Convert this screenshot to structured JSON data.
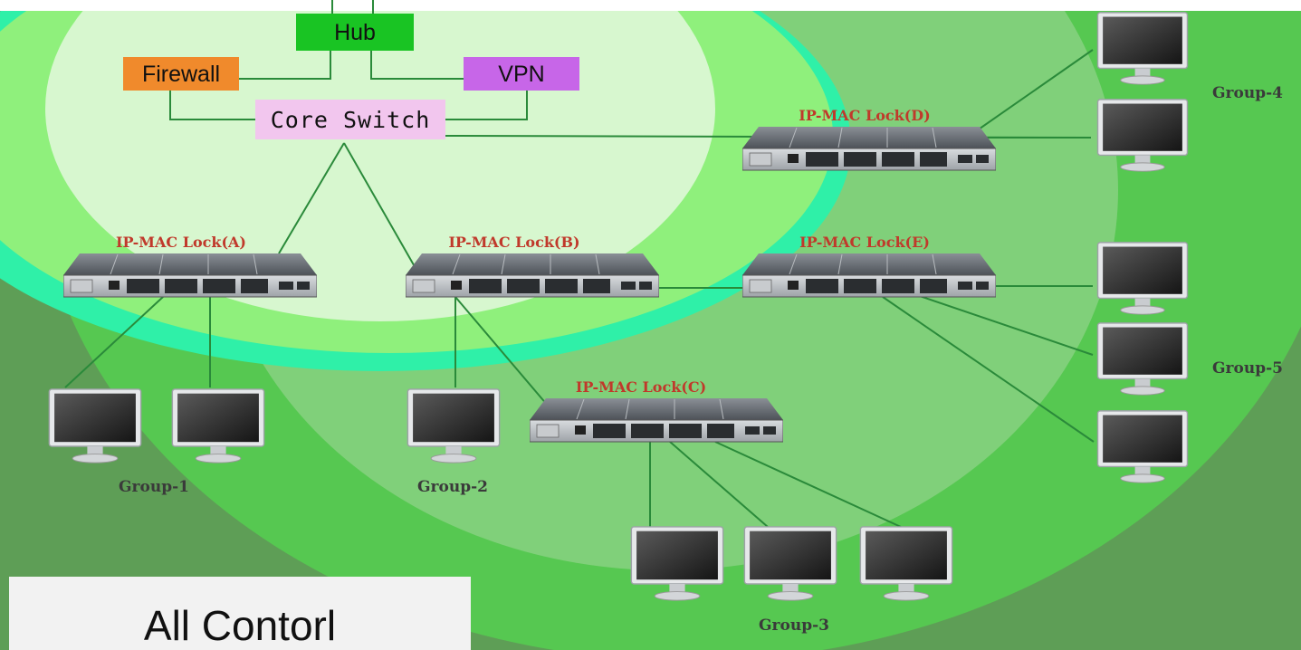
{
  "nodes": {
    "hub": "Hub",
    "firewall": "Firewall",
    "vpn": "VPN",
    "core_switch": "Core Switch"
  },
  "switches": {
    "a": "IP-MAC Lock(A)",
    "b": "IP-MAC Lock(B)",
    "c": "IP-MAC Lock(C)",
    "d": "IP-MAC Lock(D)",
    "e": "IP-MAC Lock(E)"
  },
  "groups": {
    "g1": "Group-1",
    "g2": "Group-2",
    "g3": "Group-3",
    "g4": "Group-4",
    "g5": "Group-5"
  },
  "caption": "All Contorl",
  "colors": {
    "hub": "#19c423",
    "firewall": "#f08a2c",
    "vpn": "#c766e8",
    "core_switch": "#f2c6ee",
    "link": "#2a8a3a",
    "lock_label": "#c0392b"
  }
}
